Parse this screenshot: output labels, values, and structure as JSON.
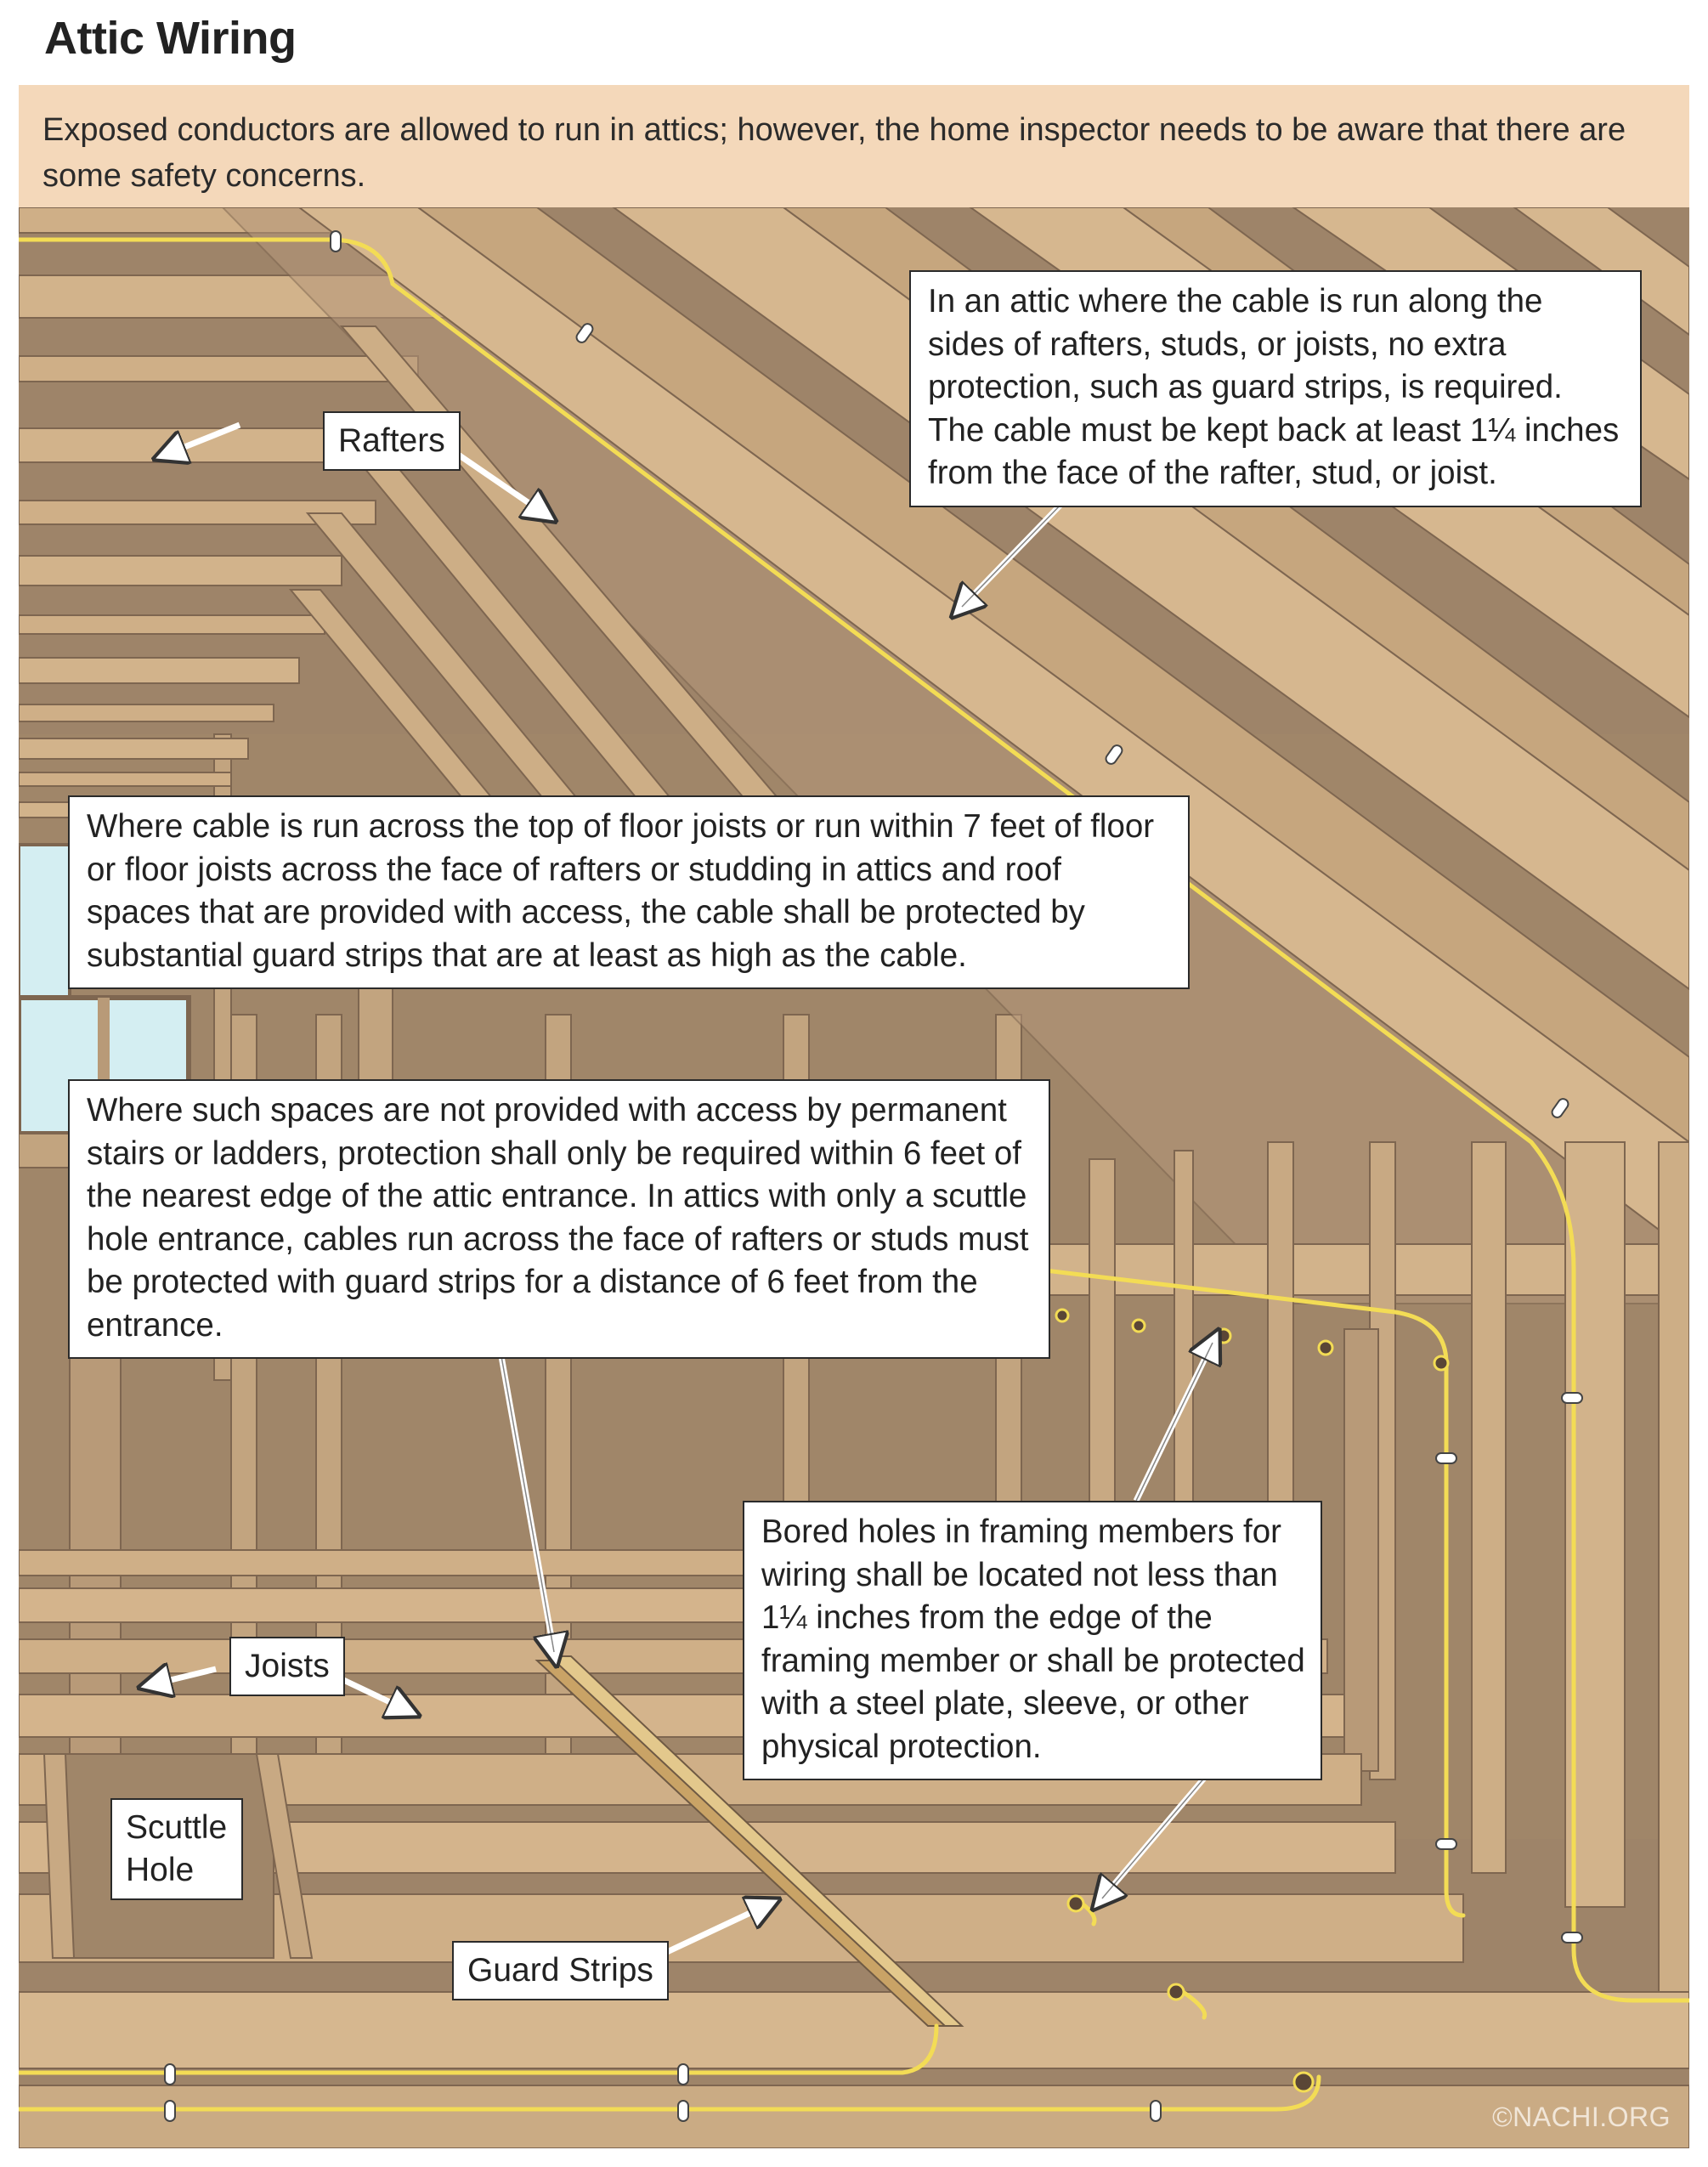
{
  "title": "Attic Wiring",
  "intro": "Exposed conductors are allowed to run in attics; however, the home inspector needs to be aware that there are some safety concerns.",
  "callouts": {
    "side_run": "In an attic where the cable is run along the sides of rafters, studs, or joists, no extra protection, such as guard strips, is required. The cable must be kept back at least 1¼ inches from the face of the rafter, stud, or joist.",
    "across_top": "Where cable is run across the top of floor joists or run within 7 feet of floor or floor joists across the face of rafters or studding in attics and roof spaces that are provided with access, the cable shall be protected by substantial guard strips that are at least as high as the cable.",
    "no_access": "Where such spaces are not provided with access by permanent stairs or ladders, protection shall only be required within 6 feet of the nearest edge of the attic entrance. In attics with only a scuttle hole entrance, cables run across the face of rafters or studs must be protected with guard strips for a distance of 6 feet from the entrance.",
    "bored_holes": "Bored holes in framing members for wiring shall be located not less than 1¼ inches from the edge of the framing member or shall be protected with a steel plate, sleeve, or other physical protection."
  },
  "labels": {
    "rafters": "Rafters",
    "joists": "Joists",
    "scuttle_line1": "Scuttle",
    "scuttle_line2": "Hole",
    "guard_strips": "Guard Strips"
  },
  "credit": "©NACHI.ORG",
  "colors": {
    "intro_bg": "#f4d8ba",
    "wood_light": "#d4b48c",
    "wood_mid": "#c4a57c",
    "wood_dark": "#9c8166",
    "cable": "#f3dc55",
    "window": "#d4eef2"
  }
}
